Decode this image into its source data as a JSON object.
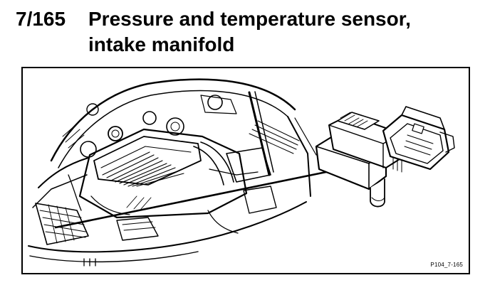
{
  "document": {
    "section_number": "7/165",
    "title_line1": "Pressure and temperature sensor,",
    "title_line2": "intake manifold"
  },
  "figure": {
    "reference_code": "P104_7-165",
    "colors": {
      "ink": "#000000",
      "paper": "#ffffff"
    },
    "icons": [
      "engine-bay-illustration",
      "sensor-illustration",
      "leader-line"
    ]
  }
}
